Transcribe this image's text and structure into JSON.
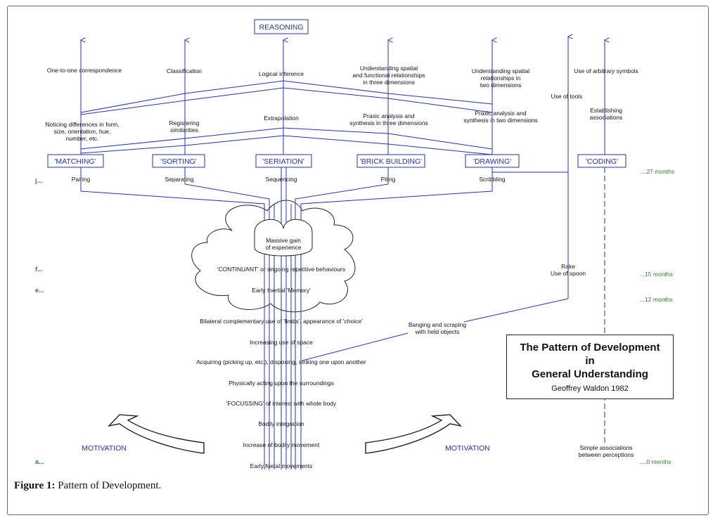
{
  "top": {
    "reasoning": "REASONING"
  },
  "boxes": {
    "matching": "'MATCHING'",
    "sorting": "'SORTING'",
    "seriation": "'SERIATION'",
    "brick": "'BRICK BUILDING'",
    "drawing": "'DRAWING'",
    "coding": "'CODING'"
  },
  "upper": {
    "one_to_one": "One-to-one correspondence",
    "classification": "Classification",
    "logical": "Logical inference",
    "spatial3d": [
      "Understanding spatial",
      "and functional relationships",
      "in three dimensions"
    ],
    "spatial2d": [
      "Understanding spatial",
      "relationships in",
      "two dimensions"
    ],
    "arbitrary": "Use of arbitrary symbols",
    "tools": "Use of tools",
    "noticing": [
      "Noticing differences in form,",
      "size, orientation, hue,",
      "number, etc."
    ],
    "registering": [
      "Registering",
      "similarities"
    ],
    "extrapolation": "Extrapolation",
    "praxic3d": [
      "Praxic analysis and",
      "synthesis in three dimensions"
    ],
    "praxic2d": [
      "Praxic analysis and",
      "synthesis in two dimensions"
    ],
    "establishing": [
      "Establishing",
      "associations"
    ]
  },
  "lower": {
    "pairing": "Pairing",
    "separating": "Separating",
    "sequencing": "Sequencing",
    "piling": "Piling",
    "scribbling": "Scribbling",
    "massive": [
      "Massive gain",
      "of experience"
    ],
    "continuant": "'CONTINUANT' or ongoing repetitive behaviours",
    "rake": [
      "Rake",
      "Use of spoon"
    ],
    "early_memory": "Early Inertial 'Memory'",
    "bilateral": "Bilateral complementary use of 'limbs', appearance of 'choice'",
    "banging": [
      "Banging and scraping",
      "with held objects"
    ],
    "space": "Increasing use of space",
    "acquiring": "Acquiring (picking up, etc.), disposing, striking one upon another",
    "physically": "Physically acting upon the surroundings",
    "focussing": "'FOCUSSING' of interest with whole body",
    "bodily_int": "Bodily integration",
    "bodily_move": "Increase of bodily movement",
    "foetal": "Early foetal movements",
    "simple_assoc": [
      "Simple associations",
      "between perceptions"
    ],
    "motivation_left": "MOTIVATION",
    "motivation_right": "MOTIVATION"
  },
  "levels": {
    "j": "j...",
    "f": "f...",
    "e": "e...",
    "a": "a..."
  },
  "ages": {
    "m27": "....27 months",
    "m15": "...15 months",
    "m12": "...12 months",
    "m0": "....0 months"
  },
  "title_box": {
    "line1": "The Pattern of Development",
    "line2": "in",
    "line3": "General  Understanding",
    "author": "Geoffrey Waldon 1982"
  },
  "caption": {
    "label": "Figure 1:",
    "text": " Pattern of Development."
  },
  "colors": {
    "line": "#2233bb",
    "age": "#2e7d32",
    "text": "#111111"
  }
}
